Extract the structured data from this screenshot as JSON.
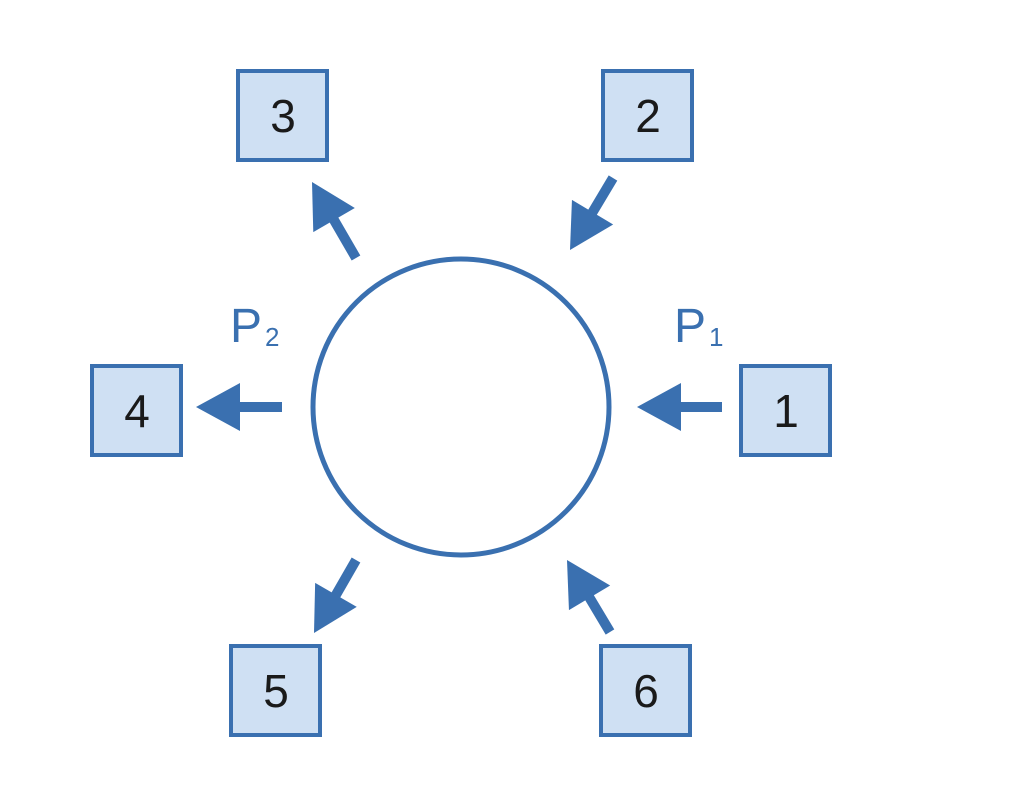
{
  "colors": {
    "stroke": "#3a70b0",
    "box_fill": "#cfe0f3",
    "text": "#1a1a1a"
  },
  "nodes": [
    {
      "label": "1",
      "direction": "in"
    },
    {
      "label": "2",
      "direction": "in"
    },
    {
      "label": "3",
      "direction": "out"
    },
    {
      "label": "4",
      "direction": "out"
    },
    {
      "label": "5",
      "direction": "out"
    },
    {
      "label": "6",
      "direction": "in"
    }
  ],
  "labels": {
    "p1": {
      "main": "P",
      "sub": "1"
    },
    "p2": {
      "main": "P",
      "sub": "2"
    }
  }
}
